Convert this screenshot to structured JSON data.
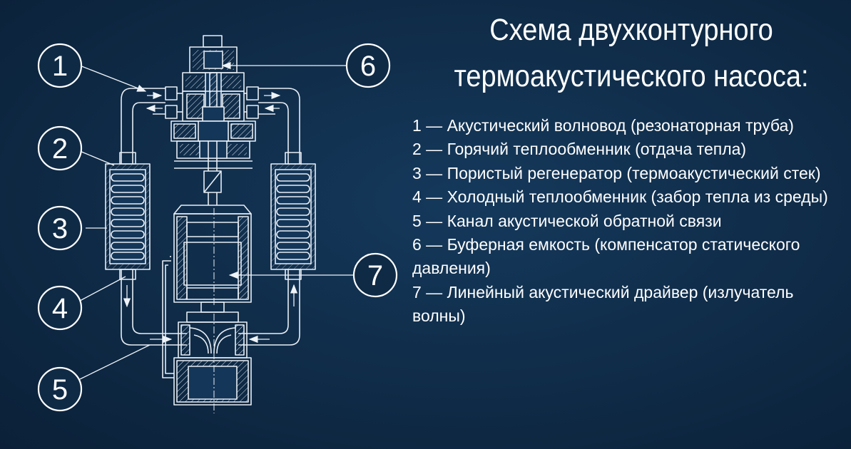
{
  "title": {
    "line1": "Схема двухконтурного",
    "line2": "термоакустического насоса:"
  },
  "callouts": [
    "1",
    "2",
    "3",
    "4",
    "5",
    "6",
    "7"
  ],
  "legend": [
    "1 — Акустический волновод (резонаторная труба)",
    "2 — Горячий теплообменник (отдача тепла)",
    "3 — Пористый регенератор (термоакустический стек)",
    "4 — Холодный теплообменник (забор тепла из среды)",
    "5 — Канал акустической обратной связи",
    "6 — Буферная емкость (компенсатор статического давления)",
    "7 — Линейный акустический драйвер (излучатель волны)"
  ],
  "colors": {
    "background": "#0f2a45",
    "lines": "#e8eef5",
    "text": "#ffffff"
  }
}
